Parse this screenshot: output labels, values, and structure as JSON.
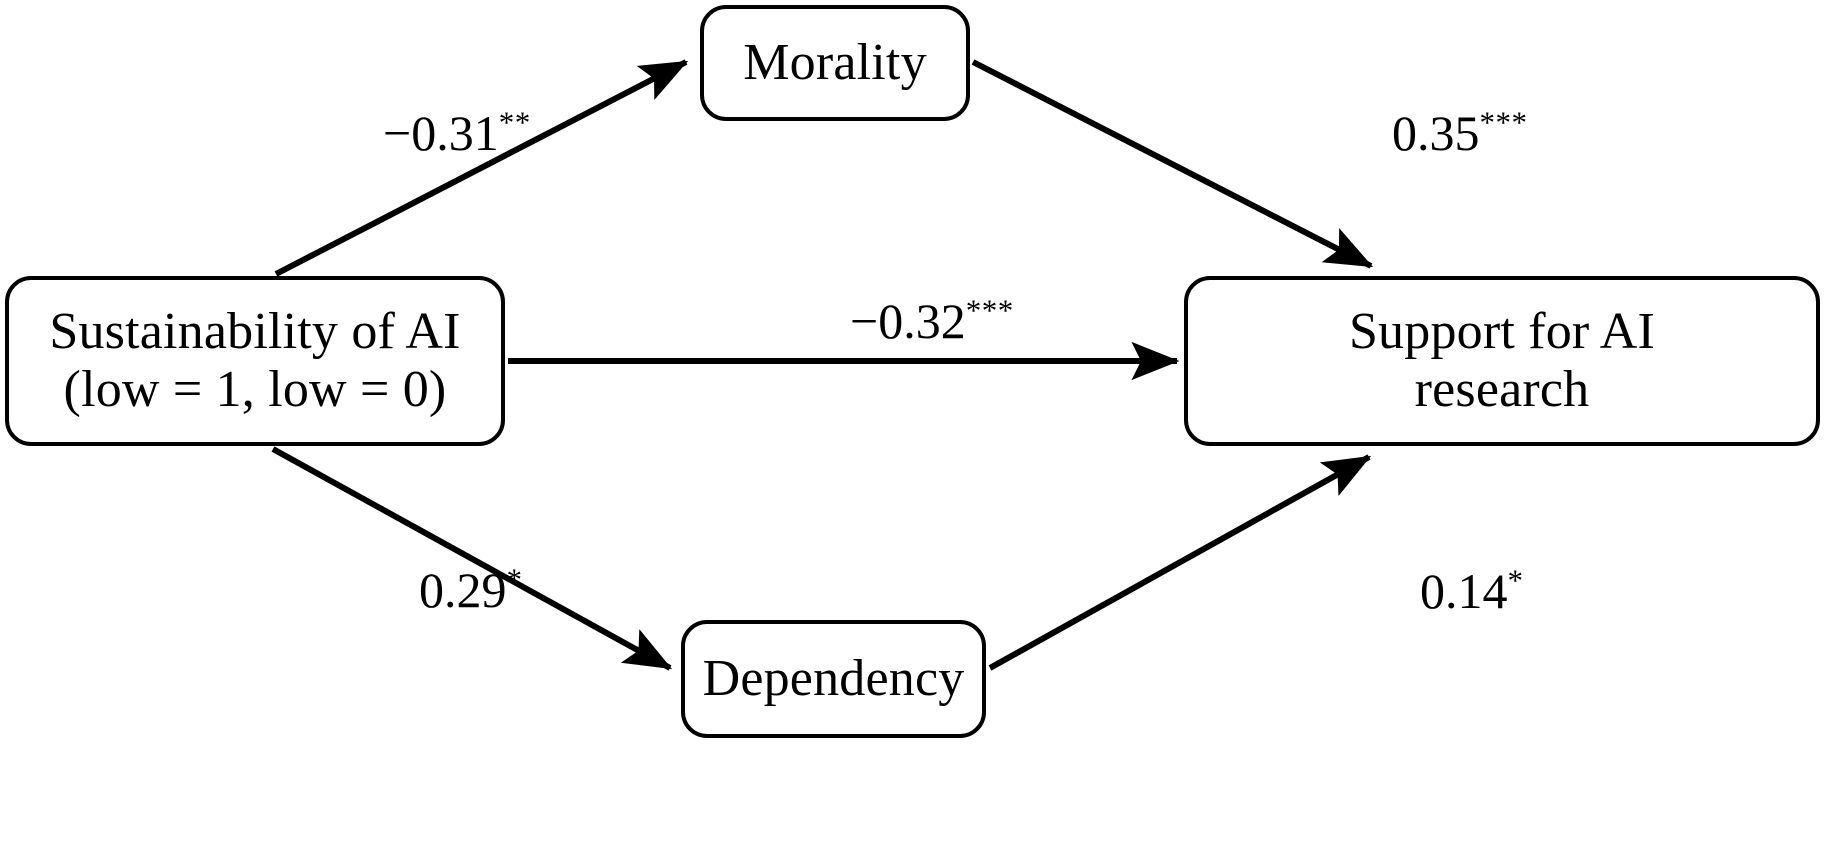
{
  "diagram": {
    "type": "path-mediation-diagram",
    "title": "",
    "background_color": "#ffffff",
    "line_color": "#000000",
    "nodes": [
      {
        "id": "sustainability",
        "lines": [
          "Sustainability of AI",
          "(low = 1, low = 0)"
        ],
        "role": "predictor"
      },
      {
        "id": "morality",
        "lines": [
          "Morality"
        ],
        "role": "mediator"
      },
      {
        "id": "dependency",
        "lines": [
          "Dependency"
        ],
        "role": "mediator"
      },
      {
        "id": "support",
        "lines": [
          "Support for AI",
          "research"
        ],
        "role": "outcome"
      }
    ],
    "edges": [
      {
        "id": "sustainability-to-morality",
        "from": "sustainability",
        "to": "morality",
        "coefficient": "−0.31",
        "stars": "**",
        "label": "−0.31**",
        "value": -0.31,
        "significance": "p < .01"
      },
      {
        "id": "morality-to-support",
        "from": "morality",
        "to": "support",
        "coefficient": "0.35",
        "stars": "***",
        "label": "0.35***",
        "value": 0.35,
        "significance": "p < .001"
      },
      {
        "id": "sustainability-to-support",
        "from": "sustainability",
        "to": "support",
        "coefficient": "−0.32",
        "stars": "***",
        "label": "−0.32***",
        "value": -0.32,
        "significance": "p < .001"
      },
      {
        "id": "sustainability-to-dependency",
        "from": "sustainability",
        "to": "dependency",
        "coefficient": "0.29",
        "stars": "*",
        "label": "0.29*",
        "value": 0.29,
        "significance": "p < .05"
      },
      {
        "id": "dependency-to-support",
        "from": "dependency",
        "to": "support",
        "coefficient": "0.14",
        "stars": "*",
        "label": "0.14*",
        "value": 0.14,
        "significance": "p < .05"
      }
    ]
  },
  "chart_data": {
    "type": "diagram",
    "title": "",
    "nodes": [
      "Sustainability of AI (low = 1, low = 0)",
      "Morality",
      "Dependency",
      "Support for AI research"
    ],
    "edges": [
      {
        "source": "Sustainability of AI",
        "target": "Morality",
        "value": -0.31,
        "label": "−0.31**"
      },
      {
        "source": "Morality",
        "target": "Support for AI research",
        "value": 0.35,
        "label": "0.35***"
      },
      {
        "source": "Sustainability of AI",
        "target": "Support for AI research",
        "value": -0.32,
        "label": "−0.32***"
      },
      {
        "source": "Sustainability of AI",
        "target": "Dependency",
        "value": 0.29,
        "label": "0.29*"
      },
      {
        "source": "Dependency",
        "target": "Support for AI research",
        "value": 0.14,
        "label": "0.14*"
      }
    ]
  }
}
